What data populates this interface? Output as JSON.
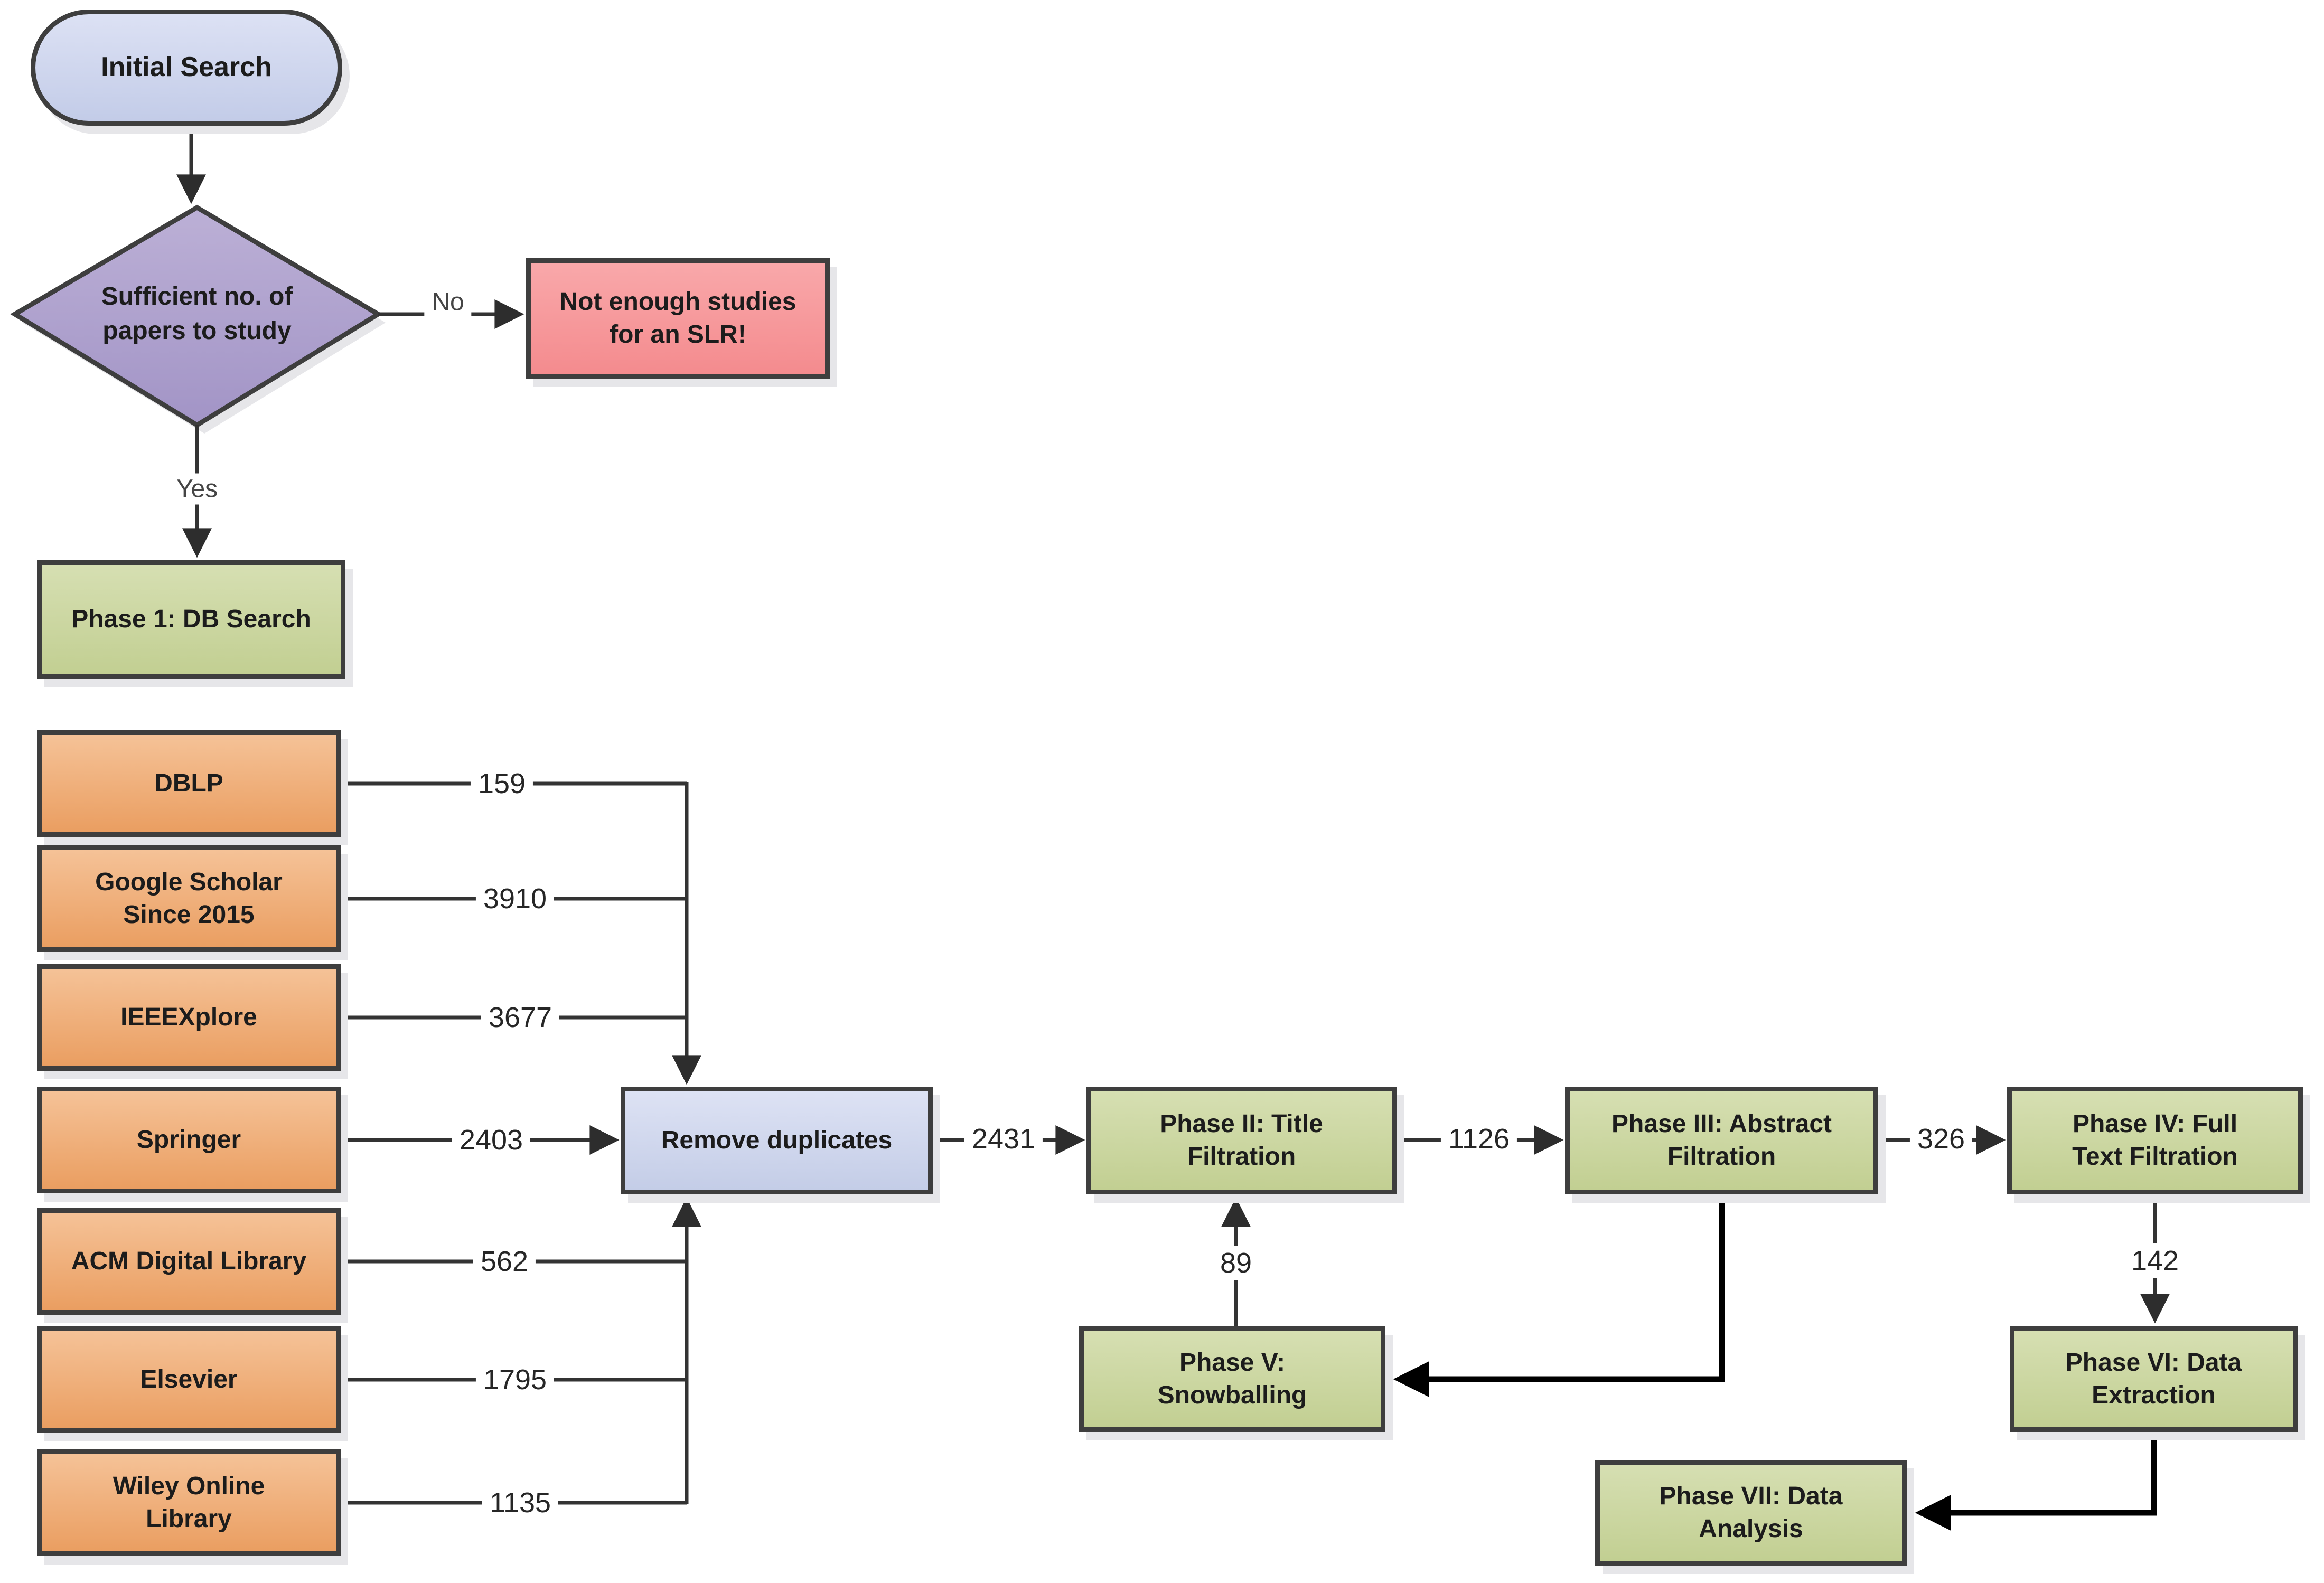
{
  "flow": {
    "start": {
      "label": "Initial Search"
    },
    "decision": {
      "label": "Sufficient no. of papers to study",
      "no_label": "No",
      "yes_label": "Yes"
    },
    "no_outcome": {
      "label": "Not enough studies for an SLR!"
    },
    "phase1": {
      "label": "Phase 1: DB Search"
    },
    "databases": [
      {
        "name": "DBLP",
        "count": "159"
      },
      {
        "name": "Google Scholar Since 2015",
        "count": "3910"
      },
      {
        "name": "IEEEXplore",
        "count": "3677"
      },
      {
        "name": "Springer",
        "count": "2403"
      },
      {
        "name": "ACM Digital Library",
        "count": "562"
      },
      {
        "name": "Elsevier",
        "count": "1795"
      },
      {
        "name": "Wiley Online Library",
        "count": "1135"
      }
    ],
    "dedup": {
      "label": "Remove duplicates",
      "output_count": "2431"
    },
    "phase2": {
      "label": "Phase II: Title Filtration",
      "output_count": "1126"
    },
    "phase3": {
      "label": "Phase III: Abstract Filtration",
      "output_count": "326"
    },
    "phase4": {
      "label": "Phase IV: Full Text Filtration",
      "output_count": "142"
    },
    "phase5": {
      "label": "Phase V: Snowballing",
      "output_count": "89"
    },
    "phase6": {
      "label": "Phase VI: Data Extraction"
    },
    "phase7": {
      "label": "Phase VII: Data Analysis"
    }
  },
  "colors": {
    "terminator_fill": "#cfd6ee",
    "decision_fill": "#b0a3cc",
    "alert_fill": "#f79b9e",
    "phase_fill": "#ccd7a2",
    "database_fill": "#efb07c",
    "process_fill": "#d0d8ef",
    "border": "#3e3e3e",
    "connector": "#333333"
  }
}
